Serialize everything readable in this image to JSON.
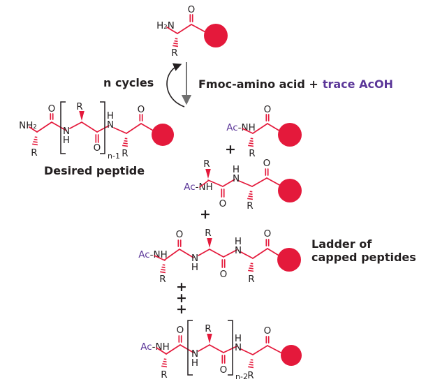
{
  "palette": {
    "red": "#e4193b",
    "purple": "#5c3799",
    "ink": "#231f20",
    "arrow_gray": "#707070",
    "bg": "#ffffff"
  },
  "reaction": {
    "cycle_label": "n cycles",
    "reagent_black": "Fmoc-amino acid +",
    "reagent_purple": "trace AcOH"
  },
  "captions": {
    "desired": "Desired peptide",
    "ladder_line1": "Ladder of",
    "ladder_line2": "capped peptides"
  },
  "symbols": {
    "plus": "+",
    "h2n": "H₂N",
    "nh2": "NH₂",
    "ac": "Ac",
    "dash_nh": "-NH",
    "o": "O",
    "r": "R",
    "n": "N",
    "h": "H",
    "repeat_n1": "n-1",
    "repeat_n2": "n-2"
  },
  "icons": {
    "resin_bead": "red-filled-circle",
    "cycle_arrow": "curved-cycle-arrow",
    "down_arrow": "straight-down-arrow"
  }
}
